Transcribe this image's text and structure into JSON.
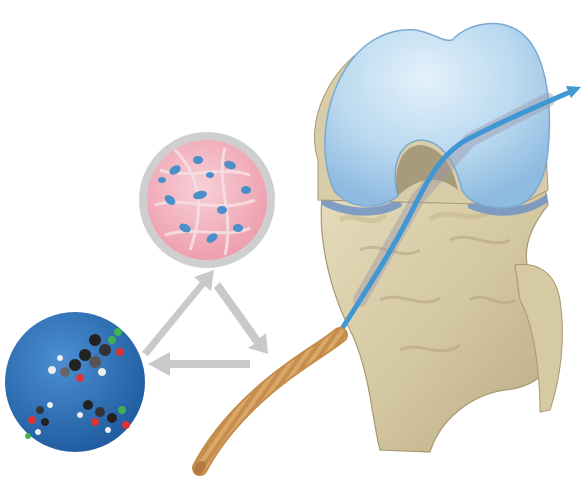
{
  "illustration": {
    "subjects": [
      "knee-joint-femur",
      "tibia",
      "ligament-graft-braided",
      "guide-wire",
      "cell-culture-circle",
      "molecule-circle",
      "cycle-arrows"
    ]
  },
  "colors": {
    "background": "#ffffff",
    "femur_cartilage": "#b9d8ef",
    "bone": "#d9cfae",
    "bone_shadow": "#b7a985",
    "guide_wire": "#3f97d4",
    "graft": "#d7a364",
    "arrow_gray": "#c7c7c7",
    "cell_bg": "#f2b8c3",
    "cell_blue": "#4a8fc8",
    "molecule_bg": "#2f6fb3"
  }
}
